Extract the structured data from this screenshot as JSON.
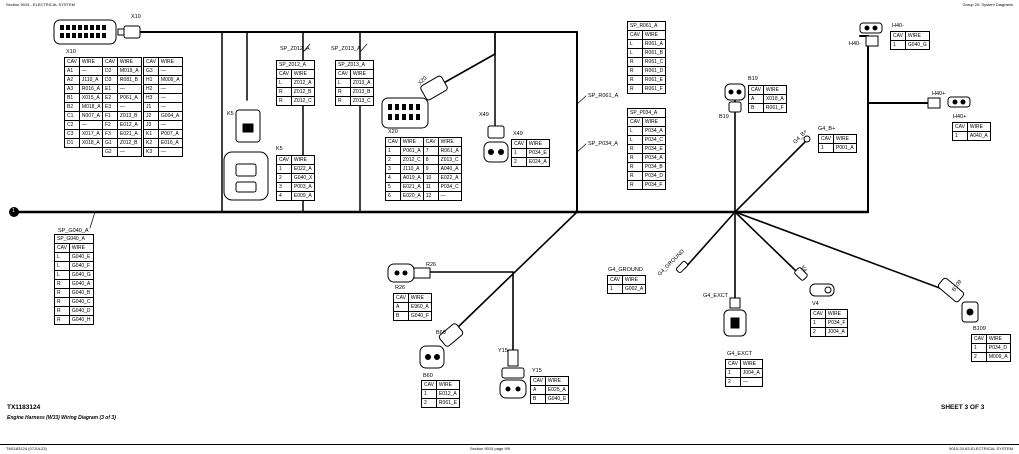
{
  "header": {
    "left": "Section 9015 - ELECTRICAL SYSTEM",
    "right": "Group 20: System Diagrams"
  },
  "footer": {
    "left": "TM1183124 (07JUL23)",
    "center": "Section 9015 page 9/9",
    "right": "9015-20-83-ELECTRICAL SYSTEM"
  },
  "diagram_id": "TX1183124",
  "diagram_caption": "Engine Harness (W33) Wiring Diagram (3 of 3)",
  "sheet": "SHEET 3 OF 3",
  "connector_labels": {
    "x10": "X10",
    "k5": "K5",
    "k5b": "K5",
    "x20": "X20",
    "x20b": "X20",
    "x49": "X49",
    "x49b": "X49",
    "b19": "B19",
    "b19b": "B19",
    "h40": "H40-",
    "h40b": "H40-",
    "h40p": "H40+",
    "h40pb": "H40+",
    "g4b": "G4_B+",
    "g4ground": "G4_GROUND",
    "g4exct": "G4_EXCT",
    "r26": "R26",
    "r26b": "R26",
    "b60": "B60",
    "b60b": "B60",
    "y15": "Y15",
    "y15b": "Y15",
    "v4": "V4",
    "v4b": "V4",
    "b109": "B109",
    "b109b": "B109",
    "node1": "1"
  },
  "splice_labels": {
    "sp_z012": "SP_Z012_A",
    "sp_z013": "SP_Z013_A",
    "sp_r061": "SP_R061_A",
    "sp_p034": "SP_P034_A",
    "sp_g040": "SP_G040_A"
  },
  "tables": [
    {
      "id": "x10_left",
      "rows": [
        [
          "CAV",
          "WIRE"
        ],
        [
          "A1",
          "—"
        ],
        [
          "A2",
          "J110_A"
        ],
        [
          "A3",
          "R016_A"
        ],
        [
          "B1",
          "X015_A"
        ],
        [
          "B2",
          "M018_A"
        ],
        [
          "C1",
          "N007_A"
        ],
        [
          "C2",
          "—"
        ],
        [
          "C3",
          "X017_A"
        ],
        [
          "D1",
          "X018_A"
        ]
      ]
    },
    {
      "id": "x10_mid",
      "rows": [
        [
          "CAV",
          "WIRE"
        ],
        [
          "D2",
          "M019_A"
        ],
        [
          "D3",
          "R081_B"
        ],
        [
          "E1",
          "—"
        ],
        [
          "E2",
          "P061_A"
        ],
        [
          "E3",
          "—"
        ],
        [
          "F1",
          "Z013_B"
        ],
        [
          "F2",
          "E012_A"
        ],
        [
          "F3",
          "E021_A"
        ],
        [
          "G1",
          "Z012_B"
        ],
        [
          "G2",
          "—"
        ]
      ]
    },
    {
      "id": "x10_right",
      "rows": [
        [
          "CAV",
          "WIRE"
        ],
        [
          "G3",
          "—"
        ],
        [
          "H1",
          "M009_A"
        ],
        [
          "H2",
          "—"
        ],
        [
          "H3",
          "—"
        ],
        [
          "J1",
          "—"
        ],
        [
          "J2",
          "G004_A"
        ],
        [
          "J3",
          "—"
        ],
        [
          "K1",
          "P007_A"
        ],
        [
          "K2",
          "E016_A"
        ],
        [
          "K3",
          "—"
        ]
      ]
    },
    {
      "id": "sp_z012",
      "title": "SP_Z012_A",
      "rows": [
        [
          "CAV",
          "WIRE"
        ],
        [
          "L",
          "Z012_A"
        ],
        [
          "R",
          "Z012_B"
        ],
        [
          "R",
          "Z012_C"
        ]
      ]
    },
    {
      "id": "sp_z013",
      "title": "SP_Z013_A",
      "rows": [
        [
          "CAV",
          "WIRE"
        ],
        [
          "L",
          "Z013_A"
        ],
        [
          "R",
          "Z013_B"
        ],
        [
          "R",
          "Z013_C"
        ]
      ]
    },
    {
      "id": "k5",
      "rows": [
        [
          "CAV",
          "WIRE"
        ],
        [
          "1",
          "E022_A"
        ],
        [
          "2",
          "G040_X"
        ],
        [
          "3",
          "P003_A"
        ],
        [
          "4",
          "E009_A"
        ]
      ]
    },
    {
      "id": "x20",
      "rows": [
        [
          "CAV",
          "WIRE",
          "CAV",
          "WIRE"
        ],
        [
          "1",
          "P061_A",
          "7",
          "R061_A"
        ],
        [
          "2",
          "Z012_C",
          "8",
          "Z013_C"
        ],
        [
          "3",
          "J110_A",
          "9",
          "A040_A"
        ],
        [
          "4",
          "A019_A",
          "10",
          "E022_A"
        ],
        [
          "5",
          "E021_A",
          "11",
          "P034_C"
        ],
        [
          "6",
          "E020_A",
          "12",
          "—"
        ]
      ]
    },
    {
      "id": "x49",
      "rows": [
        [
          "CAV",
          "WIRE"
        ],
        [
          "1",
          "P034_E"
        ],
        [
          "2",
          "E024_A"
        ]
      ]
    },
    {
      "id": "sp_r061",
      "title": "SP_R061_A",
      "rows": [
        [
          "CAV",
          "WIRE"
        ],
        [
          "L",
          "R061_A"
        ],
        [
          "L",
          "R061_B"
        ],
        [
          "R",
          "R061_C"
        ],
        [
          "R",
          "R061_D"
        ],
        [
          "R",
          "R061_E"
        ],
        [
          "R",
          "R061_F"
        ]
      ]
    },
    {
      "id": "sp_p034",
      "title": "SP_P034_A",
      "rows": [
        [
          "CAV",
          "WIRE"
        ],
        [
          "L",
          "P034_A"
        ],
        [
          "L",
          "P034_C"
        ],
        [
          "R",
          "P034_E"
        ],
        [
          "R",
          "P034_A"
        ],
        [
          "R",
          "P034_B"
        ],
        [
          "R",
          "P034_D"
        ],
        [
          "R",
          "P034_F"
        ]
      ]
    },
    {
      "id": "b19",
      "rows": [
        [
          "CAV",
          "WIRE"
        ],
        [
          "A",
          "X018_A"
        ],
        [
          "B",
          "R061_F"
        ]
      ]
    },
    {
      "id": "h40m",
      "rows": [
        [
          "CAV",
          "WIRE"
        ],
        [
          "1",
          "G040_G"
        ]
      ]
    },
    {
      "id": "h40p",
      "rows": [
        [
          "CAV",
          "WIRE"
        ],
        [
          "1",
          "A040_A"
        ]
      ]
    },
    {
      "id": "g4b",
      "rows": [
        [
          "CAV",
          "WIRE"
        ],
        [
          "1",
          "P001_A"
        ]
      ]
    },
    {
      "id": "sp_g040",
      "title": "SP_G040_A",
      "rows": [
        [
          "CAV",
          "WIRE"
        ],
        [
          "L",
          "G040_E"
        ],
        [
          "L",
          "G040_F"
        ],
        [
          "L",
          "G040_G"
        ],
        [
          "R",
          "G040_A"
        ],
        [
          "R",
          "G040_B"
        ],
        [
          "R",
          "G040_C"
        ],
        [
          "R",
          "G040_D"
        ],
        [
          "R",
          "G040_H"
        ]
      ]
    },
    {
      "id": "r26",
      "rows": [
        [
          "CAV",
          "WIRE"
        ],
        [
          "A",
          "E960_A"
        ],
        [
          "B",
          "G040_F"
        ]
      ]
    },
    {
      "id": "b60",
      "rows": [
        [
          "CAV",
          "WIRE"
        ],
        [
          "1",
          "E012_A"
        ],
        [
          "2",
          "R061_E"
        ]
      ]
    },
    {
      "id": "y15",
      "rows": [
        [
          "CAV",
          "WIRE"
        ],
        [
          "A",
          "E025_A"
        ],
        [
          "B",
          "G040_E"
        ]
      ]
    },
    {
      "id": "g4ground",
      "rows": [
        [
          "CAV",
          "WIRE"
        ],
        [
          "1",
          "G002_A"
        ]
      ]
    },
    {
      "id": "g4exct",
      "rows": [
        [
          "CAV",
          "WIRE"
        ],
        [
          "1",
          "J004_A"
        ],
        [
          "2",
          "—"
        ]
      ]
    },
    {
      "id": "v4",
      "rows": [
        [
          "CAV",
          "WIRE"
        ],
        [
          "1",
          "P034_F"
        ],
        [
          "2",
          "J004_A"
        ]
      ]
    },
    {
      "id": "b109",
      "rows": [
        [
          "CAV",
          "WIRE"
        ],
        [
          "1",
          "P034_D"
        ],
        [
          "2",
          "M009_A"
        ]
      ]
    }
  ]
}
